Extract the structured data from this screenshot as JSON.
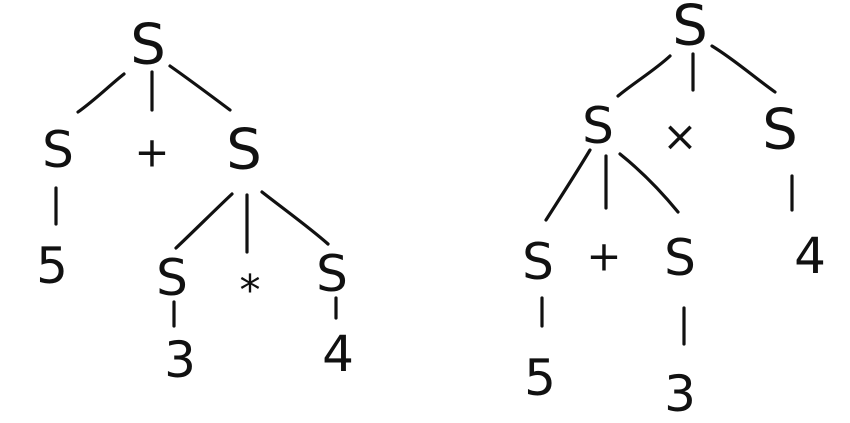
{
  "diagram": {
    "stroke_color": "#111111",
    "background": "#ffffff",
    "tree_left": {
      "root": "S",
      "left_child": "S",
      "operator": "+",
      "right_child": "S",
      "left_leaf": "5",
      "right_sub_left": "S",
      "right_sub_op": "*",
      "right_sub_right": "S",
      "leaf_3": "3",
      "leaf_4": "4"
    },
    "tree_right": {
      "root": "S",
      "left_child": "S",
      "operator": "×",
      "right_child": "S",
      "left_sub_left": "S",
      "left_sub_op": "+",
      "left_sub_right": "S",
      "leaf_5": "5",
      "leaf_3": "3",
      "leaf_4": "4"
    }
  }
}
